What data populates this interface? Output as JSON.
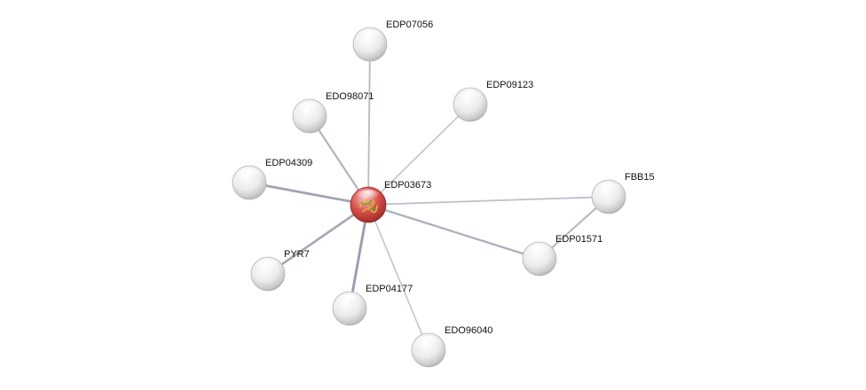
{
  "network": {
    "center": "EDP03673",
    "nodes": [
      {
        "id": "EDP03673",
        "label": "EDP03673",
        "query": true
      },
      {
        "id": "EDP07056",
        "label": "EDP07056"
      },
      {
        "id": "EDO98071",
        "label": "EDO98071"
      },
      {
        "id": "EDP09123",
        "label": "EDP09123"
      },
      {
        "id": "EDP04309",
        "label": "EDP04309"
      },
      {
        "id": "FBB15",
        "label": "FBB15"
      },
      {
        "id": "EDP01571",
        "label": "EDP01571"
      },
      {
        "id": "PYR7",
        "label": "PYR7"
      },
      {
        "id": "EDP04177",
        "label": "EDP04177"
      },
      {
        "id": "EDO96040",
        "label": "EDO96040"
      }
    ],
    "edges": [
      {
        "source": "EDP03673",
        "target": "EDP07056",
        "strength": 0.45
      },
      {
        "source": "EDP03673",
        "target": "EDO98071",
        "strength": 0.6
      },
      {
        "source": "EDP03673",
        "target": "EDP09123",
        "strength": 0.3
      },
      {
        "source": "EDP03673",
        "target": "EDP04309",
        "strength": 0.85
      },
      {
        "source": "EDP03673",
        "target": "FBB15",
        "strength": 0.4
      },
      {
        "source": "EDP03673",
        "target": "EDP01571",
        "strength": 0.65
      },
      {
        "source": "EDP03673",
        "target": "PYR7",
        "strength": 0.8
      },
      {
        "source": "EDP03673",
        "target": "EDP04177",
        "strength": 0.95
      },
      {
        "source": "EDP03673",
        "target": "EDO96040",
        "strength": 0.3
      },
      {
        "source": "FBB15",
        "target": "EDP01571",
        "strength": 0.55
      }
    ],
    "colors": {
      "query_node": "#d9534f",
      "node": "#e6e6e6",
      "edge": "#8a8fa3"
    }
  }
}
